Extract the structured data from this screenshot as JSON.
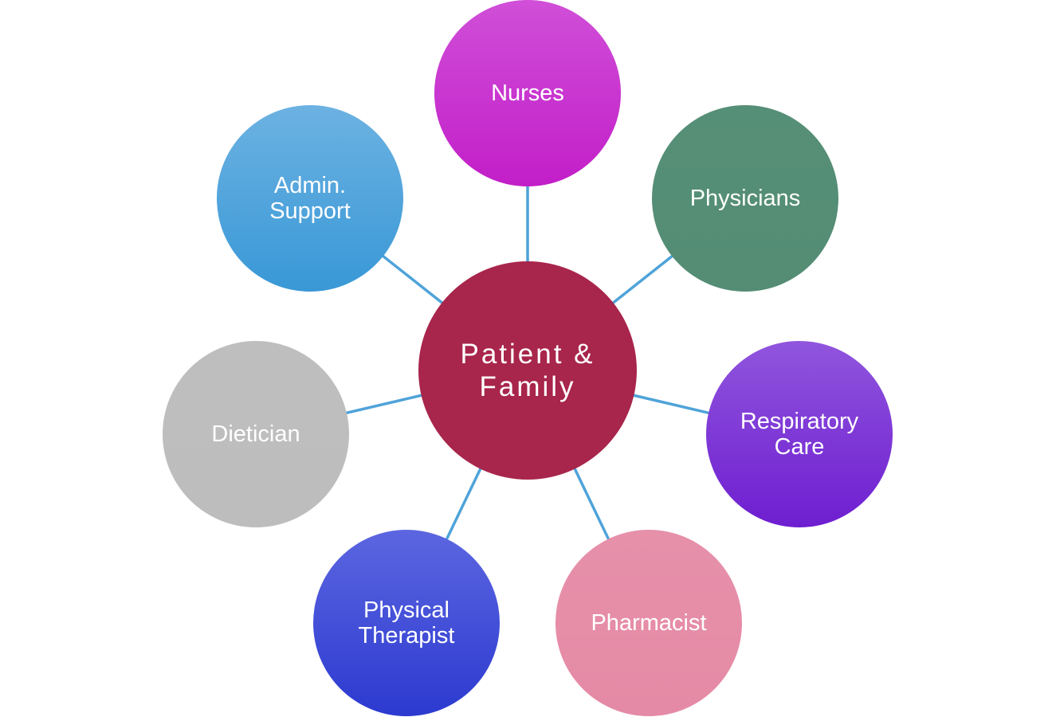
{
  "diagram": {
    "hub": {
      "lines": [
        "Patient &",
        "Family"
      ],
      "color_top": "#a8254b",
      "color_bottom": "#a8254b"
    },
    "connector_color": "#4fa3d9",
    "spokes": [
      {
        "id": "nurses",
        "lines": [
          "Nurses"
        ],
        "color_top": "#d04fd8",
        "color_bottom": "#c21ec8"
      },
      {
        "id": "physicians",
        "lines": [
          "Physicians"
        ],
        "color_top": "#568f77",
        "color_bottom": "#548c74"
      },
      {
        "id": "respiratory-care",
        "lines": [
          "Respiratory",
          "Care"
        ],
        "color_top": "#9055dd",
        "color_bottom": "#6e1ed0"
      },
      {
        "id": "pharmacist",
        "lines": [
          "Pharmacist"
        ],
        "color_top": "#e690aa",
        "color_bottom": "#e58aa6"
      },
      {
        "id": "physical-therapist",
        "lines": [
          "Physical",
          "Therapist"
        ],
        "color_top": "#5c66e0",
        "color_bottom": "#2c3ad0"
      },
      {
        "id": "dietician",
        "lines": [
          "Dietician"
        ],
        "color_top": "#bebebe",
        "color_bottom": "#bdbdbd"
      },
      {
        "id": "admin-support",
        "lines": [
          "Admin.",
          "Support"
        ],
        "color_top": "#6cb2e2",
        "color_bottom": "#3998d6"
      }
    ]
  }
}
